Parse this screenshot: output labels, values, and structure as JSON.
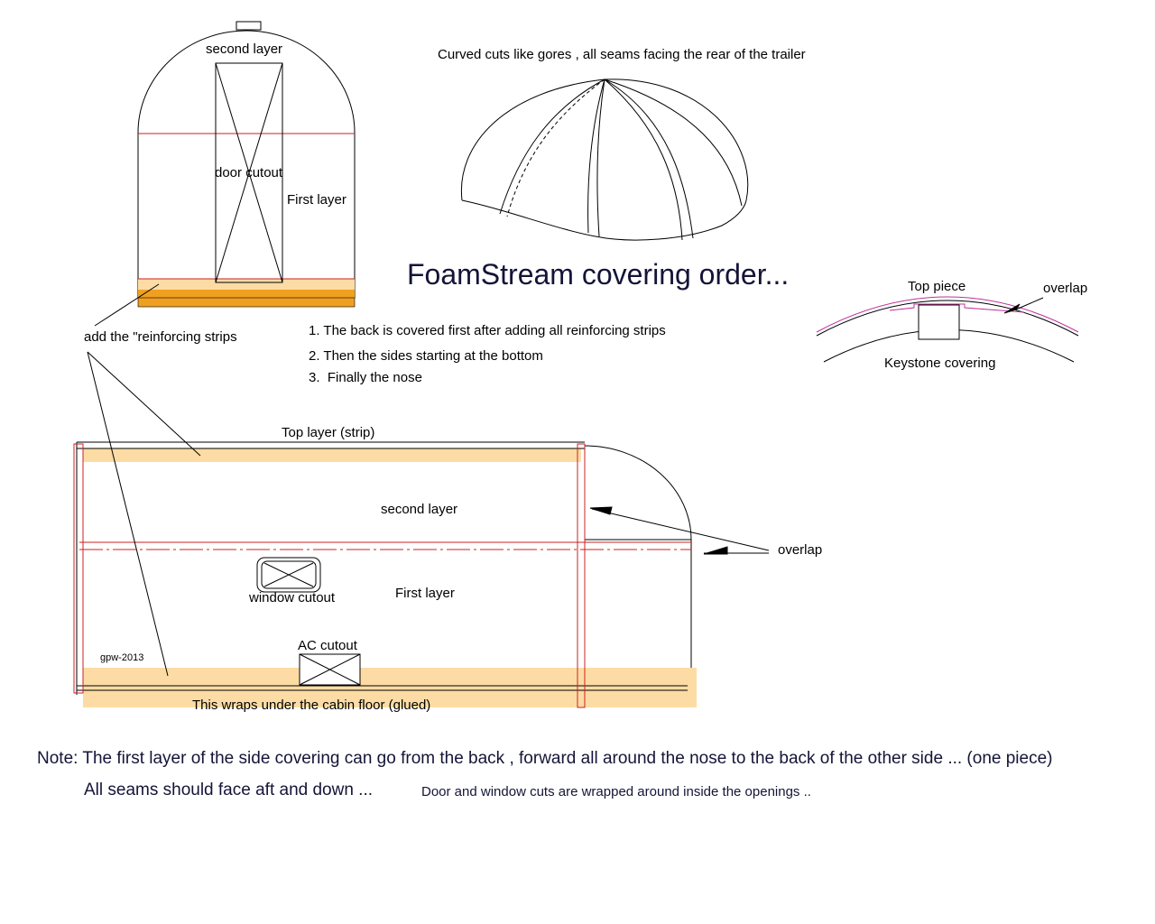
{
  "title": "FoamStream covering order...",
  "colors": {
    "strip_fill": "#fcdca4",
    "strip_fill_dark": "#f0a020",
    "seam_red": "#cc2020",
    "overlap_magenta": "#c0309a",
    "title_navy": "#141438"
  },
  "back_view": {
    "second_layer": "second layer",
    "door_cutout": "door cutout",
    "first_layer": "First layer",
    "reinforcing_label": "add the \"reinforcing strips"
  },
  "nose_view": {
    "caption": "Curved cuts like gores , all seams facing the rear of the trailer"
  },
  "steps": [
    {
      "num": "1.",
      "text": "The back is covered first after adding all reinforcing strips"
    },
    {
      "num": "2.",
      "text": "Then the sides starting at the bottom"
    },
    {
      "num": "3.",
      "text": "Finally the nose"
    }
  ],
  "keystone": {
    "top_piece": "Top piece",
    "overlap": "overlap",
    "caption": "Keystone covering"
  },
  "side_view": {
    "top_layer": "Top layer (strip)",
    "second_layer": "second layer",
    "first_layer": "First layer",
    "overlap": "overlap",
    "window_cutout": "window cutout",
    "ac_cutout": "AC cutout",
    "signature": "gpw-2013",
    "wrap_note": "This wraps under the cabin floor (glued)"
  },
  "notes": {
    "line1": "Note:  The first layer of the side covering can go from the back , forward all around the nose to the back of the other side ... (one piece)",
    "line2a": "All seams should face aft and down ...",
    "line2b": "Door and window cuts are wrapped around inside the openings .."
  }
}
